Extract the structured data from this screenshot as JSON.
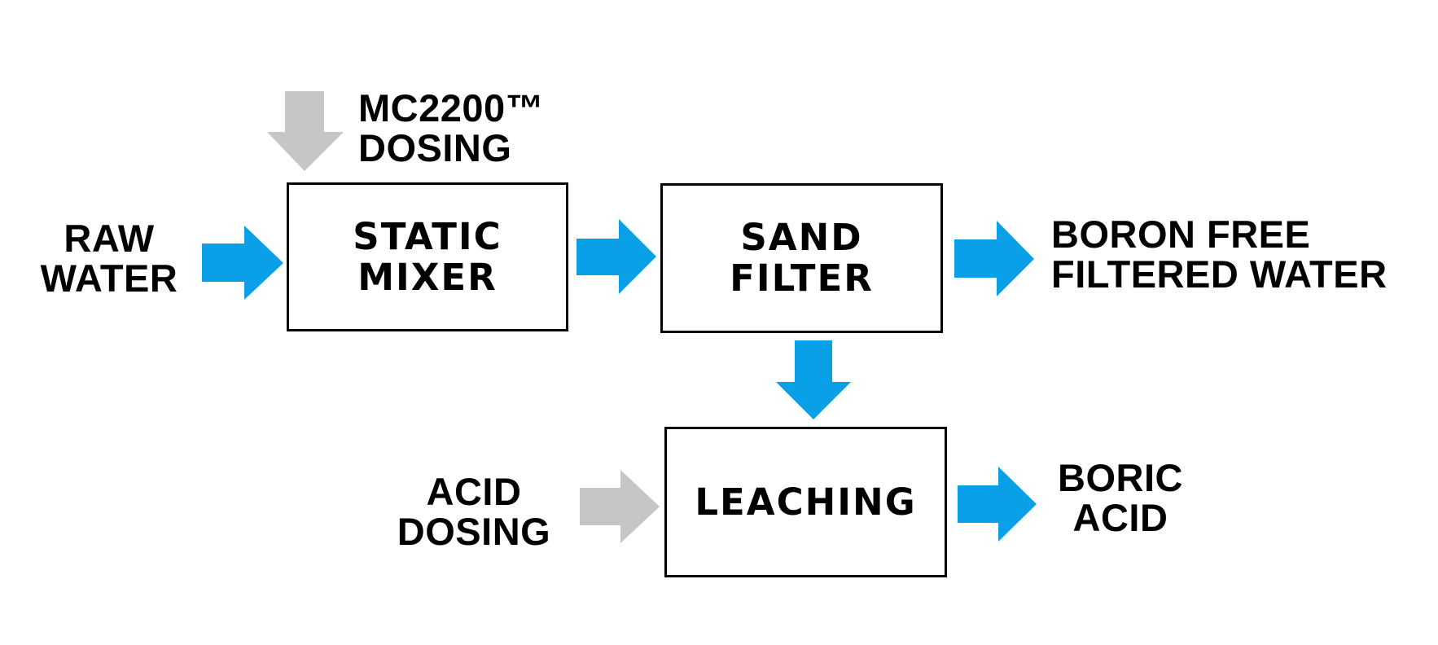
{
  "colors": {
    "flow_arrow": "#0aa0e8",
    "dosing_arrow": "#c6c6c6",
    "box_border": "#000000",
    "text": "#000000",
    "background": "#ffffff"
  },
  "inputs": {
    "raw_water": [
      "RAW",
      "WATER"
    ],
    "mc2200_dosing": [
      "MC2200™",
      "DOSING"
    ],
    "acid_dosing": [
      "ACID",
      "DOSING"
    ]
  },
  "process_steps": {
    "static_mixer": [
      "STATIC",
      "MIXER"
    ],
    "sand_filter": [
      "SAND",
      "FILTER"
    ],
    "leaching": [
      "LEACHING"
    ]
  },
  "outputs": {
    "boron_free_water": [
      "BORON FREE",
      "FILTERED WATER"
    ],
    "boric_acid": [
      "BORIC",
      "ACID"
    ]
  },
  "arrows": [
    {
      "name": "raw-water-to-mixer-arrow",
      "type": "flow",
      "direction": "right"
    },
    {
      "name": "mc2200-dosing-arrow",
      "type": "dosing",
      "direction": "down"
    },
    {
      "name": "mixer-to-filter-arrow",
      "type": "flow",
      "direction": "right"
    },
    {
      "name": "filter-to-output-arrow",
      "type": "flow",
      "direction": "right"
    },
    {
      "name": "filter-to-leaching-arrow",
      "type": "flow",
      "direction": "down"
    },
    {
      "name": "acid-dosing-arrow",
      "type": "dosing",
      "direction": "right"
    },
    {
      "name": "leaching-to-boric-acid-arrow",
      "type": "flow",
      "direction": "right"
    }
  ]
}
